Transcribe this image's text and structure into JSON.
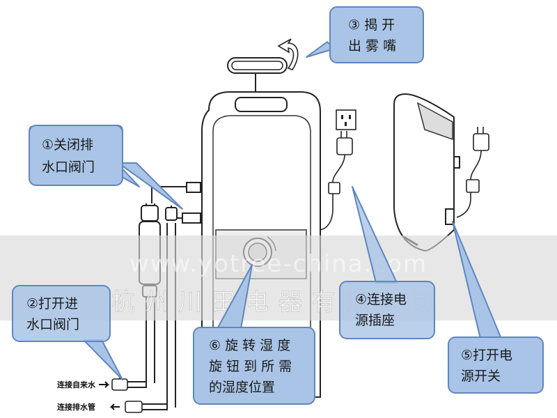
{
  "callouts": {
    "step1": {
      "line1": "①关闭排",
      "line2": "水口阀门"
    },
    "step2": {
      "line1": "②打开进",
      "line2": "水口阀门"
    },
    "step3": {
      "line1": "③ 揭 开",
      "line2": "出 雾 嘴"
    },
    "step4": {
      "line1": "④连接电",
      "line2": "源插座"
    },
    "step5": {
      "line1": "⑤打开电",
      "line2": "源开关"
    },
    "step6": {
      "line1": "⑥ 旋 转 湿 度",
      "line2": "旋 钮 到 所 需",
      "line3": "的湿度位置"
    }
  },
  "pipe_labels": {
    "inlet": "连接自来水",
    "drain": "连接排水管"
  },
  "watermark": {
    "english": "www.yotree-china.com",
    "chinese": "杭州川田电器有限公司"
  },
  "colors": {
    "callout_fill": "#a9c4e6",
    "callout_stroke": "#5f86bf",
    "band": "#d9d9d9",
    "outline": "#222222"
  }
}
